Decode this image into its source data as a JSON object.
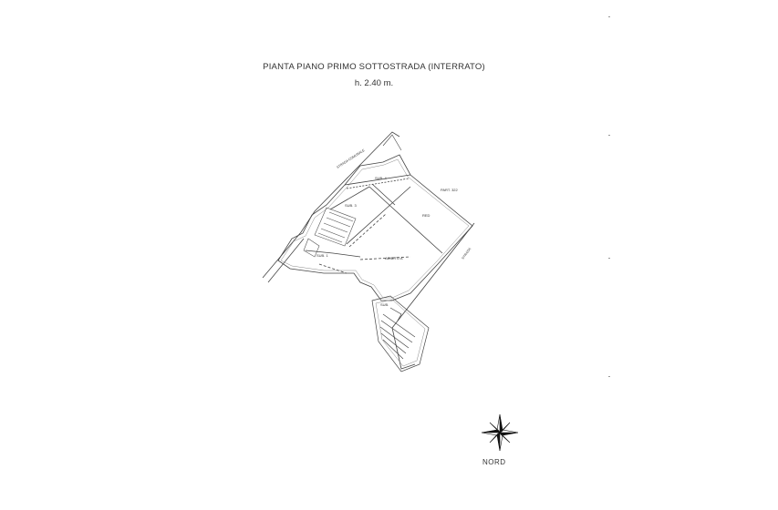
{
  "title": "PIANTA PIANO PRIMO SOTTOSTRADA (INTERRATO)",
  "subtitle": "h. 2.40 m.",
  "labels": {
    "road_upper": "STRADA COMUNALE",
    "road_right": "STRADA",
    "sub4": "SUB. 4",
    "sub3": "SUB. 3",
    "sub1": "SUB. 1",
    "sub5": "SUB.",
    "area_top": "RED",
    "area_main": "ADIBITO A",
    "plot_ref": "PART. 322"
  },
  "compass": {
    "north_label": "NORD"
  }
}
